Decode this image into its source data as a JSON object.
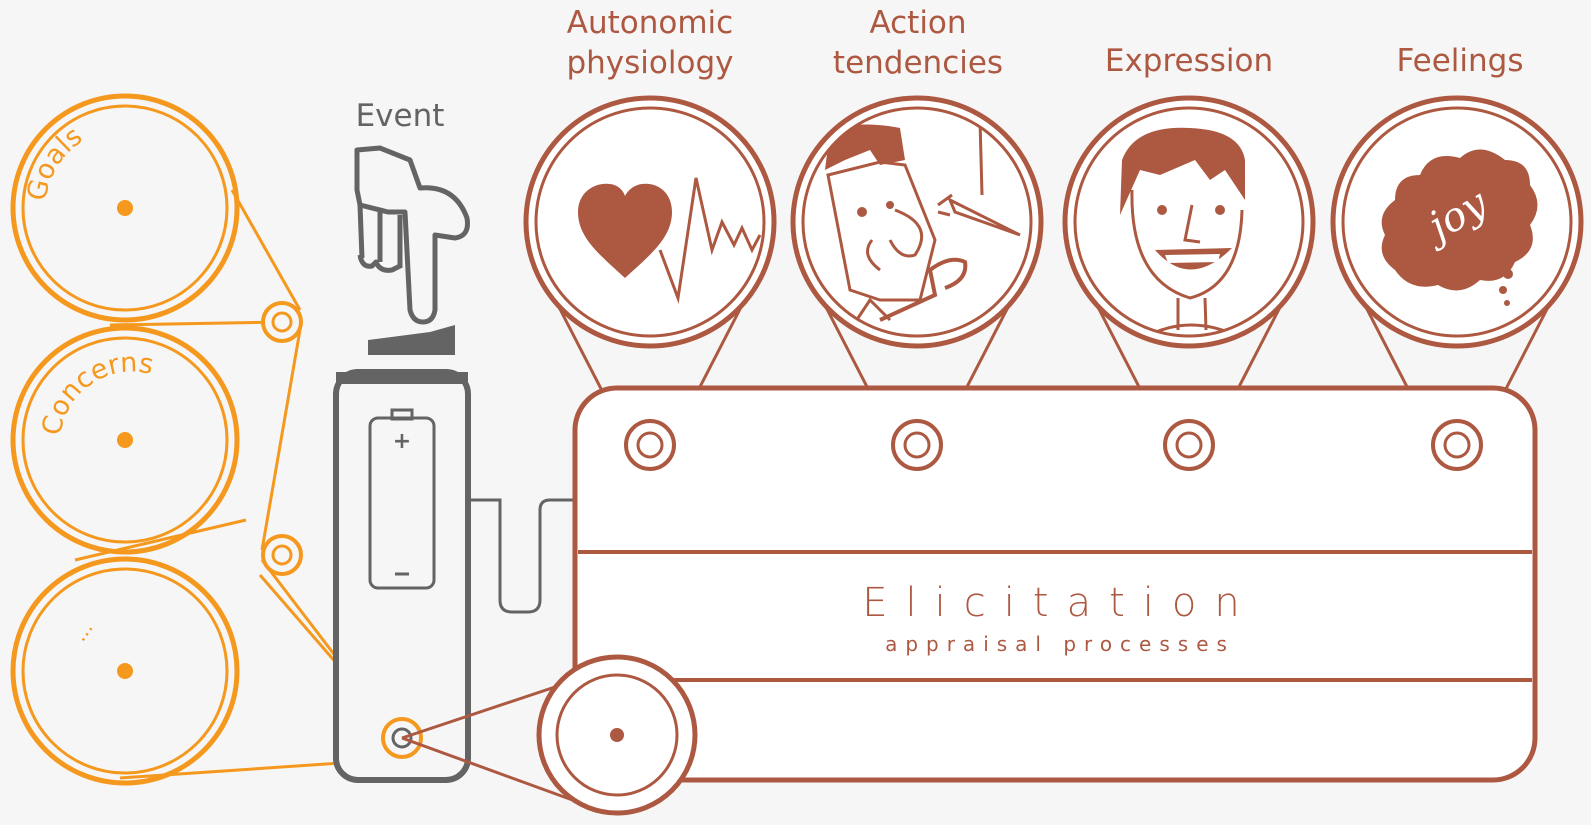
{
  "labels": {
    "autonomic": [
      "Autonomic",
      "physiology"
    ],
    "action": [
      "Action",
      "tendencies"
    ],
    "expression": "Expression",
    "feelings": "Feelings",
    "event": "Event"
  },
  "left_wheels": {
    "goals": "Goals",
    "concerns": "Concerns",
    "more": "..."
  },
  "icons": {
    "joy_text": "joy"
  },
  "elicitation": {
    "title": "Elicitation",
    "subtitle": "appraisal processes"
  },
  "colors": {
    "rust": "#ad5841",
    "orange": "#f5981e",
    "grey": "#646464",
    "background": "#f6f6f6"
  }
}
